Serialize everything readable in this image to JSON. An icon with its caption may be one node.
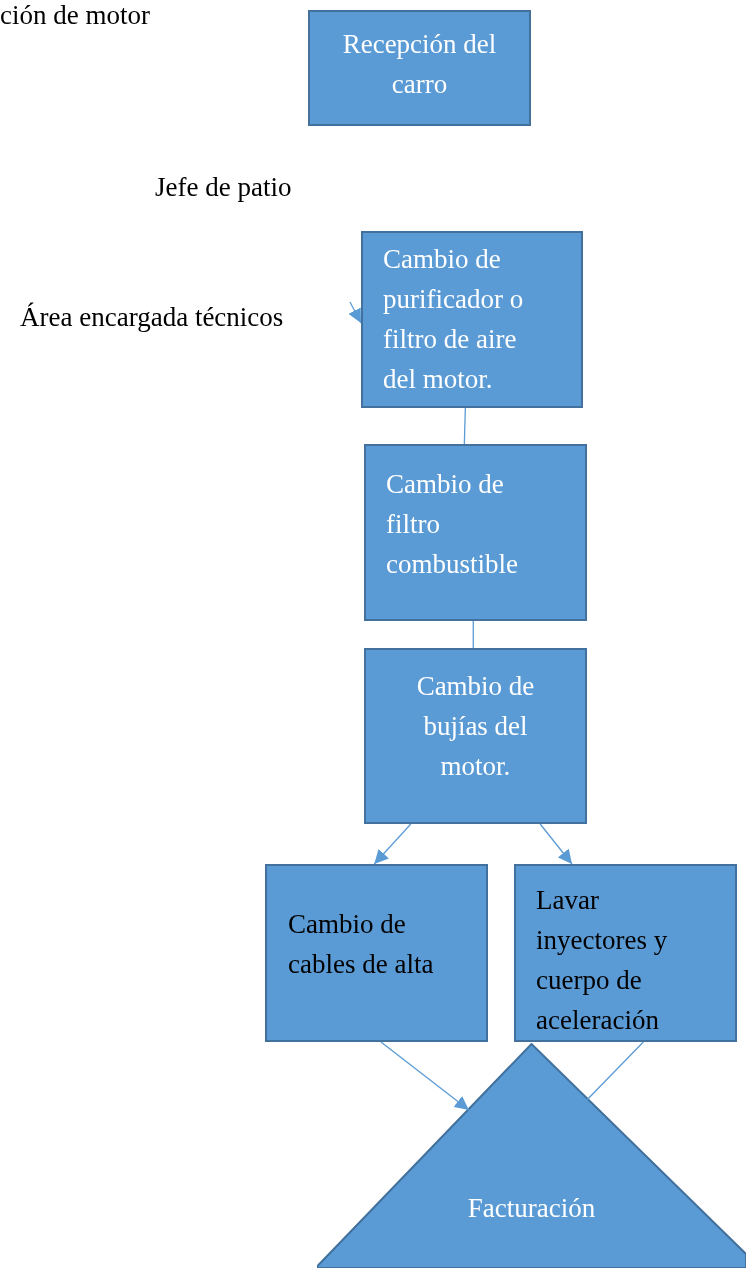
{
  "diagram": {
    "nodes": [
      {
        "text": [
          "Recepción del carro"
        ]
      },
      {
        "text": [
          "Cambio de purificador o filtro de aire del motor."
        ]
      },
      {
        "text": [
          "Cambio de filtro combustible"
        ]
      },
      {
        "text": [
          "Cambio de bujías del motor."
        ]
      },
      {
        "text": [
          "Cambio de cables de alta"
        ]
      },
      {
        "text": [
          "Lavar inyectores y cuerpo de aceleración"
        ]
      },
      {
        "text": [
          "Facturación"
        ]
      }
    ],
    "edges": [
      {
        "from": 1,
        "to": 2,
        "arrow": "none"
      },
      {
        "from": 2,
        "to": 3,
        "arrow": "none"
      },
      {
        "from": 3,
        "to": 4,
        "arrow": "to"
      },
      {
        "from": 3,
        "to": 5,
        "arrow": "to"
      },
      {
        "from": 4,
        "to": 6,
        "arrow": "to"
      },
      {
        "from": 5,
        "to": 6,
        "arrow": "none"
      },
      {
        "from": null,
        "to": 1,
        "arrow": "to"
      }
    ],
    "labels": [
      "ción de motor",
      "Jefe de patio",
      "Área encargada técnicos"
    ]
  }
}
